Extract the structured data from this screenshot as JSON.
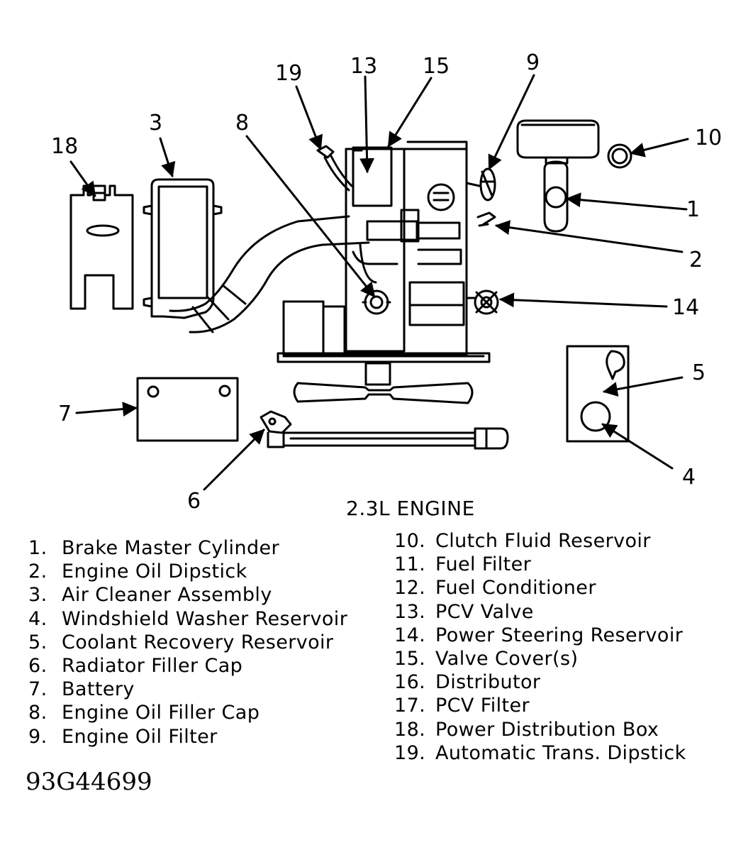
{
  "callouts": {
    "n1": "1",
    "n2": "2",
    "n3": "3",
    "n4": "4",
    "n5": "5",
    "n6": "6",
    "n7": "7",
    "n8": "8",
    "n9": "9",
    "n10": "10",
    "n13": "13",
    "n14": "14",
    "n15": "15",
    "n18": "18",
    "n19": "19"
  },
  "caption": "2.3L ENGINE",
  "legend_left": [
    {
      "num": "1.",
      "label": "Brake Master Cylinder"
    },
    {
      "num": "2.",
      "label": "Engine Oil Dipstick"
    },
    {
      "num": "3.",
      "label": "Air Cleaner Assembly"
    },
    {
      "num": "4.",
      "label": "Windshield Washer Reservoir"
    },
    {
      "num": "5.",
      "label": "Coolant Recovery Reservoir"
    },
    {
      "num": "6.",
      "label": "Radiator Filler Cap"
    },
    {
      "num": "7.",
      "label": "Battery"
    },
    {
      "num": "8.",
      "label": "Engine Oil Filler Cap"
    },
    {
      "num": "9.",
      "label": "Engine Oil Filter"
    }
  ],
  "legend_right": [
    {
      "num": "10.",
      "label": "Clutch Fluid Reservoir"
    },
    {
      "num": "11.",
      "label": "Fuel Filter"
    },
    {
      "num": "12.",
      "label": "Fuel Conditioner"
    },
    {
      "num": "13.",
      "label": "PCV Valve"
    },
    {
      "num": "14.",
      "label": "Power Steering Reservoir"
    },
    {
      "num": "15.",
      "label": "Valve Cover(s)"
    },
    {
      "num": "16.",
      "label": "Distributor"
    },
    {
      "num": "17.",
      "label": "PCV Filter"
    },
    {
      "num": "18.",
      "label": "Power Distribution Box"
    },
    {
      "num": "19.",
      "label": "Automatic Trans. Dipstick"
    }
  ],
  "figure_code": "93G44699"
}
